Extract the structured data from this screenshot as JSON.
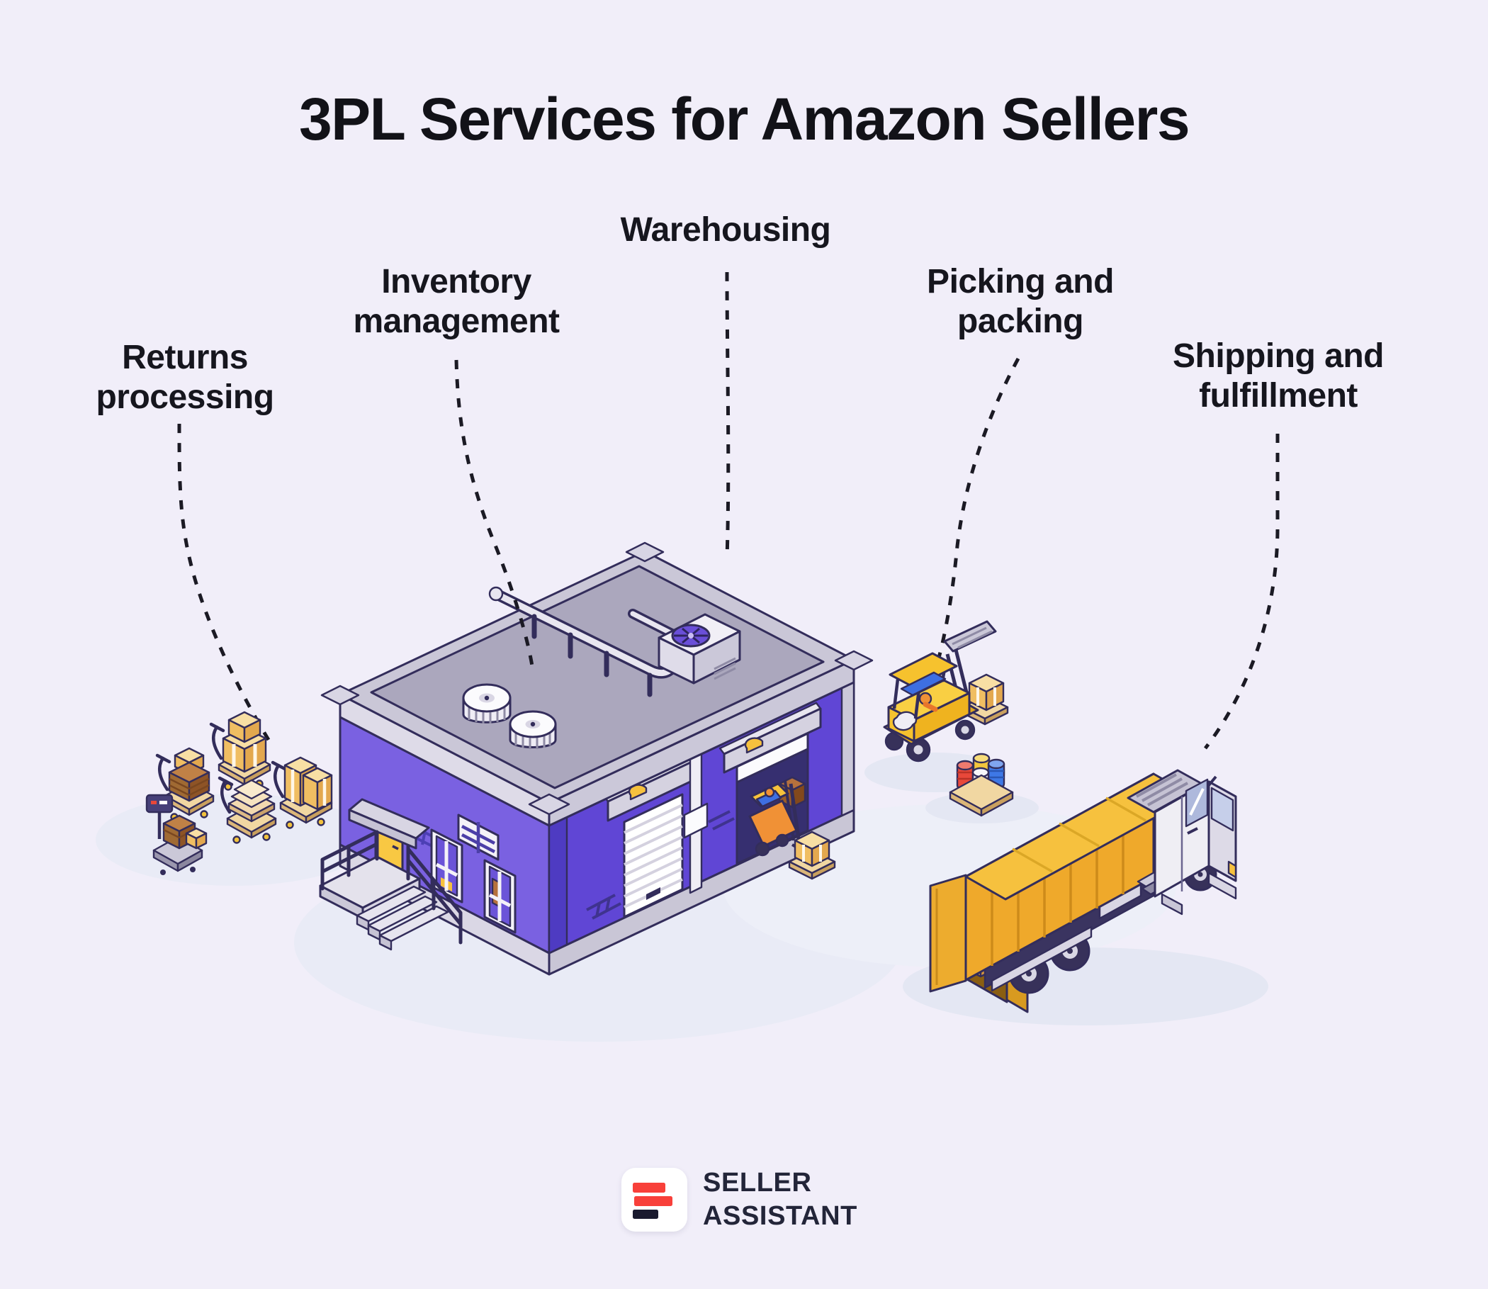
{
  "title": "3PL Services for Amazon Sellers",
  "labels": {
    "warehousing": {
      "lines": [
        "Warehousing"
      ]
    },
    "inventory": {
      "lines": [
        "Inventory",
        "management"
      ]
    },
    "picking": {
      "lines": [
        "Picking and",
        "packing"
      ]
    },
    "returns": {
      "lines": [
        "Returns",
        "processing"
      ]
    },
    "shipping": {
      "lines": [
        "Shipping and",
        "fulfillment"
      ]
    }
  },
  "brand": {
    "line1": "SELLER",
    "line2": "ASSISTANT"
  },
  "scene": {
    "objects": [
      "warehouse-building-illustration",
      "roof-hvac-unit-illustration",
      "roof-vents-illustration",
      "roof-duct-illustration",
      "dock-forklift-illustration",
      "returns-pallet-jacks-illustration",
      "weighing-scale-illustration",
      "picking-forklift-illustration",
      "barrel-pallet-illustration",
      "delivery-truck-illustration"
    ]
  },
  "colors": {
    "background": "#F1EEF9",
    "text": "#16161E",
    "connector": "#1B1A24",
    "wall_left": "#7A61E1",
    "wall_right": "#6046D5",
    "roof": "#ABA7BD",
    "accent_yellow": "#F8C843",
    "truck_yellow": "#EFA92B",
    "cardboard": "#F0BE62",
    "barrel_red": "#E8483A",
    "barrel_blue": "#3E78E6",
    "logo_red": "#F8403A",
    "logo_navy": "#191A2E",
    "logo_card": "#FFFFFF"
  }
}
